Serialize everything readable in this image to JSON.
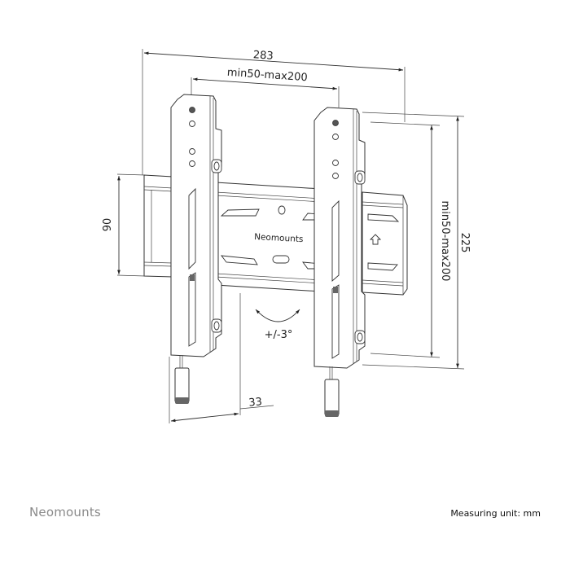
{
  "diagram": {
    "title": "Wall mount dimension drawing",
    "dimensions": {
      "overall_width": "283",
      "vesa_horizontal": "min50-max200",
      "wall_plate_height": "90",
      "vesa_vertical": "min50-max200",
      "overall_height": "225",
      "wall_distance": "33",
      "tilt": "+/-3°"
    },
    "plate_brand": "Neomounts",
    "arrow_hint": "up-arrow"
  },
  "footer": {
    "brand": "Neomounts",
    "measuring_unit": "Measuring unit: mm"
  }
}
